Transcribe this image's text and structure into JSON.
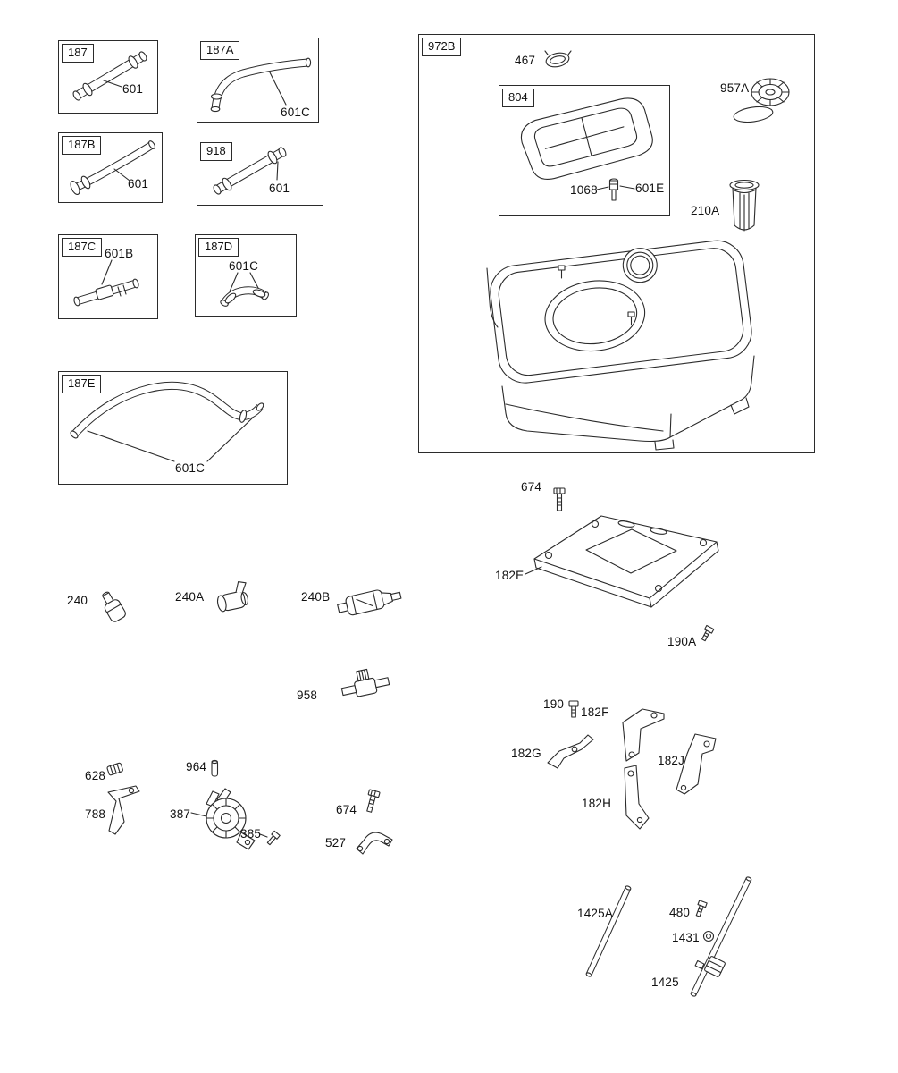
{
  "group_boxes": {
    "b187": {
      "label": "187"
    },
    "b187A": {
      "label": "187A"
    },
    "b187B": {
      "label": "187B"
    },
    "b918": {
      "label": "918"
    },
    "b187C": {
      "label": "187C"
    },
    "b187D": {
      "label": "187D"
    },
    "b187E": {
      "label": "187E"
    },
    "b972B": {
      "label": "972B"
    },
    "b804": {
      "label": "804"
    }
  },
  "labels": {
    "l601_187": "601",
    "l601C_187A": "601C",
    "l601_187B": "601",
    "l601_918": "601",
    "l601B_187C": "601B",
    "l601C_187D": "601C",
    "l601C_187E": "601C",
    "l467": "467",
    "l957A": "957A",
    "l1068": "1068",
    "l601E": "601E",
    "l210A": "210A",
    "l674_top": "674",
    "l182E": "182E",
    "l190A": "190A",
    "l240": "240",
    "l240A": "240A",
    "l240B": "240B",
    "l958": "958",
    "l190": "190",
    "l182F": "182F",
    "l182G": "182G",
    "l182J": "182J",
    "l182H": "182H",
    "l628": "628",
    "l964": "964",
    "l788": "788",
    "l387": "387",
    "l385": "385",
    "l674_bottom": "674",
    "l527": "527",
    "l1425A": "1425A",
    "l480": "480",
    "l1431": "1431",
    "l1425": "1425"
  }
}
